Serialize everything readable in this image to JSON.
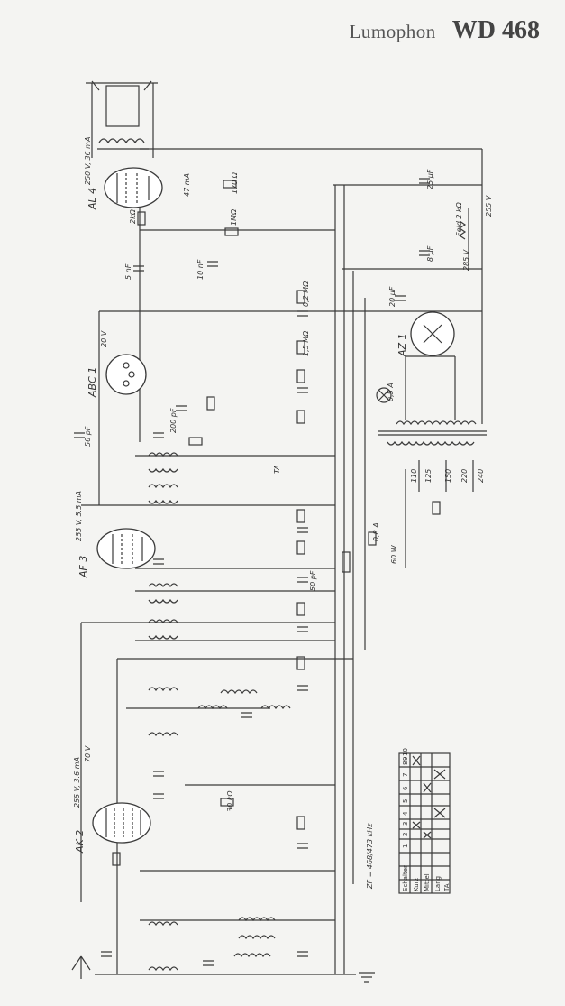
{
  "header": {
    "brand": "Lumophon",
    "model": "WD 468"
  },
  "tubes": {
    "al4": "AL 4",
    "abc1": "ABC 1",
    "af3": "AF 3",
    "ak2": "AK 2",
    "az1": "AZ 1"
  },
  "labels": {
    "al4_volt": "250 V, 36 mA",
    "af3_volt": "255 V, 5.5 mA",
    "ak2_volt": "255 V, 3.6 mA",
    "ak2_v70": "70 V",
    "r_170": "170 Ω",
    "r_2k": "2kΩ",
    "r_1m": "1MΩ",
    "c_5nf": "5 nF",
    "c_10nf": "10 nF",
    "c_56pf": "56 pF",
    "c_25uf": "25 µF",
    "c_8uf": "8 µF",
    "c_20uf": "20 µF",
    "v_255": "255 V",
    "v_285": "285 V",
    "v_20": "20 V",
    "ma_47": "47 mA",
    "zf": "ZF = 468/473 kHz",
    "fuse_05a": "0,5 A",
    "fuse_08a": "0,8 A",
    "lamp": "60 W",
    "mains": [
      "110",
      "125",
      "150",
      "220",
      "240"
    ],
    "ta": "TA",
    "feld": "Feld 2 kΩ",
    "ak2_r": "30 kΩ",
    "c_50pf": "50 pF",
    "c_200pf": "200 pF",
    "r_02m": "0,2 MΩ",
    "r_15m": "1,5 MΩ"
  },
  "switch_table": {
    "rows": [
      "Schalter",
      "Kurz",
      "Mittel",
      "Lang",
      "TA"
    ],
    "cols": [
      "1",
      "2",
      "3",
      "4",
      "5",
      "6",
      "7",
      "8",
      "9",
      "10"
    ]
  }
}
